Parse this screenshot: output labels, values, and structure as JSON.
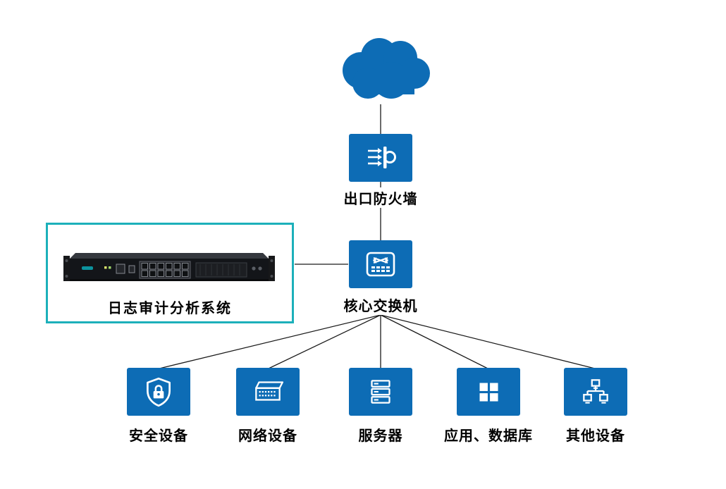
{
  "diagram": {
    "type": "network-topology",
    "colors": {
      "node_blue": "#0d6cb5",
      "highlight_teal": "#1cb0ba",
      "connector_line": "#1a1a1a"
    },
    "nodes": {
      "internet_cloud": {
        "label": ""
      },
      "firewall": {
        "label": "出口防火墙"
      },
      "core_switch": {
        "label": "核心交换机"
      },
      "log_audit": {
        "label": "日志审计分析系统"
      },
      "security": {
        "label": "安全设备"
      },
      "network": {
        "label": "网络设备"
      },
      "server": {
        "label": "服务器"
      },
      "app_db": {
        "label": "应用、数据库"
      },
      "other": {
        "label": "其他设备"
      }
    },
    "edges": [
      "cloud - firewall",
      "firewall - core_switch",
      "log_audit - core_switch",
      "core_switch - security",
      "core_switch - network",
      "core_switch - server",
      "core_switch - app_db",
      "core_switch - other"
    ]
  }
}
